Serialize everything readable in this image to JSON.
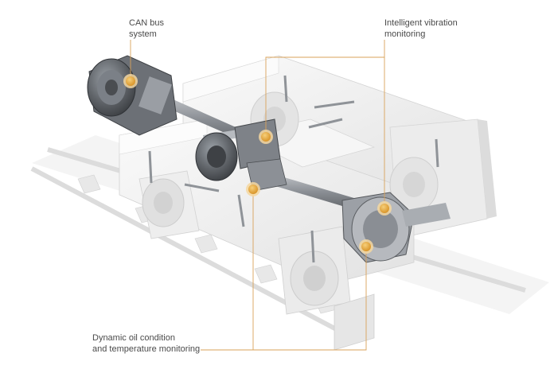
{
  "callouts": {
    "can_bus": {
      "line1": "CAN bus",
      "line2": "system"
    },
    "vibration": {
      "line1": "Intelligent vibration",
      "line2": "monitoring"
    },
    "oil": {
      "line1": "Dynamic oil condition",
      "line2": "and temperature monitoring"
    }
  },
  "colors": {
    "leader_line": "#d9a25a",
    "sensor_fill": "#e3a437",
    "sensor_ring": "#f4d7a0",
    "body_light": "#f2f2f2",
    "body_shadow": "#d6d6d6",
    "metal_dark": "#5a5d61",
    "metal_mid": "#8c9096",
    "label_text": "#4a4a4a"
  },
  "icons": [
    "sensor-marker-icon"
  ]
}
